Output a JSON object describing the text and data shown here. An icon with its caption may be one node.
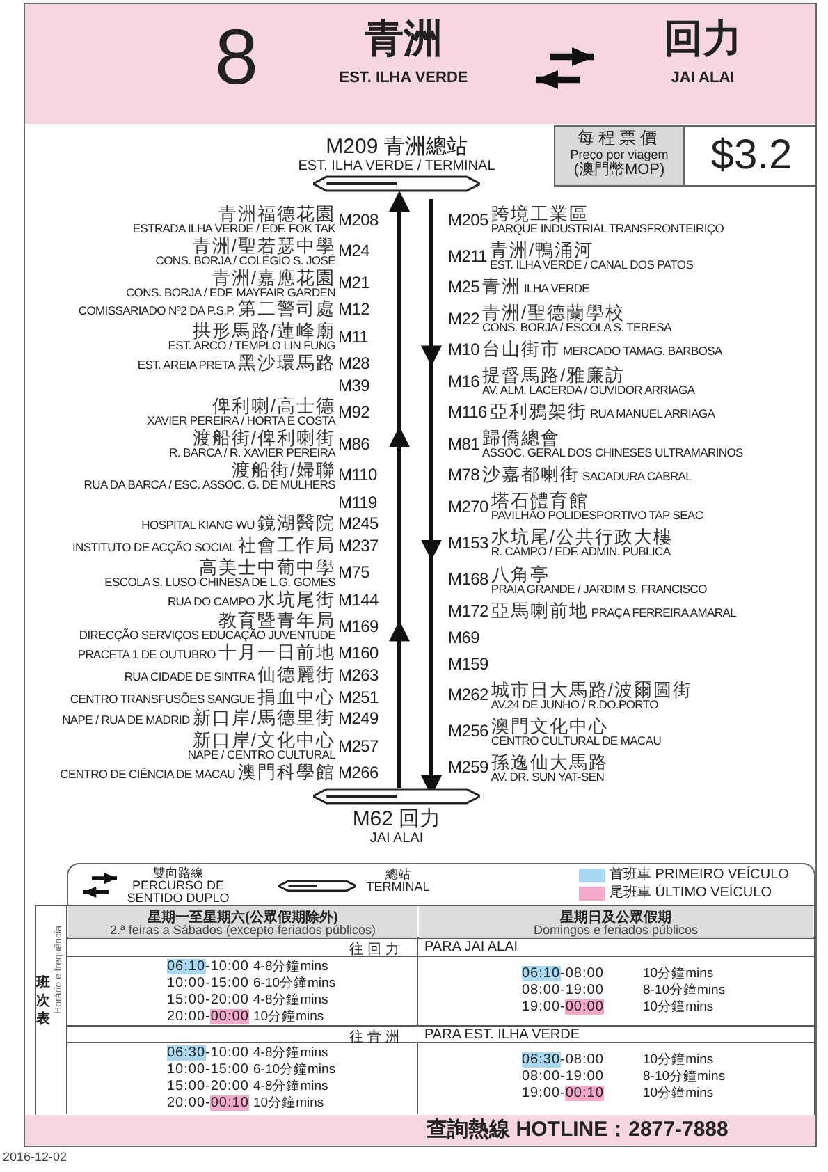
{
  "diagram": {
    "nodes": [
      {
        "text": [
          "M209 青洲總站",
          "EST. ILHA VERDE / TERMINAL"
        ]
      },
      {
        "text": [
          "M62 回力",
          "JAI ALAI"
        ]
      }
    ],
    "edges": [
      {
        "from": 1,
        "to": 0,
        "arrow": "to"
      },
      {
        "from": 0,
        "to": 1,
        "arrow": "to"
      }
    ],
    "labels": [
      "8",
      "青洲",
      "EST. ILHA VERDE",
      "回力",
      "JAI ALAI",
      "每程票價",
      "Preço por viagem",
      "(澳門幣MOP)",
      "$3.2",
      "青洲福德花園",
      "ESTRADA ILHA VERDE / EDF. FOK TAK",
      "M208",
      "青洲/聖若瑟中學",
      "CONS. BORJA / COLÉGIO S. JOSÉ",
      "M24",
      "青洲/嘉應花園",
      "CONS. BORJA / EDF. MAYFAIR GARDEN",
      "M21",
      "COMISSARIADO Nº2 DA P.S.P.",
      "第二警司處",
      "M12",
      "拱形馬路/蓮峰廟",
      "EST. ARCO / TEMPLO LIN FUNG",
      "M11",
      "EST. AREIA PRETA",
      "黑沙環馬路",
      "M28",
      "M39",
      "俾利喇/高士德",
      "XAVIER PEREIRA / HORTA E COSTA",
      "M92",
      "渡船街/俾利喇街",
      "R. BARCA / R. XAVIER PEREIRA",
      "M86",
      "渡船街/婦聯",
      "RUA DA BARCA / ESC. ASSOC. G. DE MULHERS",
      "M110",
      "M119",
      "HOSPITAL KIANG WU",
      "鏡湖醫院",
      "M245",
      "INSTITUTO DE ACÇÃO SOCIAL",
      "社會工作局",
      "M237",
      "高美士中葡中學",
      "ESCOLA S. LUSO-CHINESA DE L.G. GOMES",
      "M75",
      "RUA DO CAMPO",
      "水坑尾街",
      "M144",
      "教育暨青年局",
      "DIRECÇÃO SERVIÇOS EDUCAÇÃO JUVENTUDE",
      "M169",
      "PRACETA 1 DE OUTUBRO",
      "十月一日前地",
      "M160",
      "RUA CIDADE DE SINTRA",
      "仙德麗街",
      "M263",
      "CENTRO TRANSFUSÕES SANGUE",
      "捐血中心",
      "M251",
      "NAPE / RUA DE MADRID",
      "新口岸/馬德里街",
      "M249",
      "新口岸/文化中心",
      "NAPE / CENTRO CULTURAL",
      "M257",
      "CENTRO DE CIÊNCIA DE MACAU",
      "澳門科學館",
      "M266",
      "M205",
      "跨境工業區",
      "PARQUE INDUSTRIAL TRANSFRONTEIRIÇO",
      "M211",
      "青洲/鴨涌河",
      "EST. ILHA VERDE / CANAL DOS PATOS",
      "M25",
      "青洲",
      "ILHA VERDE",
      "M22",
      "青洲/聖德蘭學校",
      "CONS. BORJA / ESCOLA S. TERESA",
      "M10",
      "台山街市",
      "MERCADO TAMAG. BARBOSA",
      "M16",
      "提督馬路/雅廉訪",
      "AV. ALM. LACERDA / OUVIDOR ARRIAGA",
      "M116",
      "亞利鴉架街",
      "RUA MANUEL ARRIAGA",
      "M81",
      "歸僑總會",
      "ASSOC. GERAL DOS CHINESES ULTRAMARINOS",
      "M78",
      "沙嘉都喇街",
      "SACADURA CABRAL",
      "M270",
      "塔石體育館",
      "PAVILHÃO POLIDESPORTIVO TAP SEAC",
      "M153",
      "水坑尾/公共行政大樓",
      "R. CAMPO / EDF. ADMIN. PÚBLICA",
      "M168",
      "八角亭",
      "PRAIA GRANDE / JARDIM S. FRANCISCO",
      "M172",
      "亞馬喇前地",
      "PRAÇA FERREIRA AMARAL",
      "M69",
      "M159",
      "M262",
      "城市日大馬路/波爾圖街",
      "AV.24 DE JUNHO / R.DO.PORTO",
      "M256",
      "澳門文化中心",
      "CENTRO CULTURAL DE MACAU",
      "M259",
      "孫逸仙大馬路",
      "AV. DR. SUN YAT-SEN",
      "班次表",
      "Horário e frequência",
      "星期一至星期六(公眾假期除外)",
      "2.ª feiras a Sábados (excepto feriados públicos)",
      "星期日及公眾假期",
      "Domingos e feriados públicos",
      "往回力",
      "PARA JAI ALAI",
      "06:10-10:00",
      "4-8分鐘mins",
      "10:00-15:00",
      "6-10分鐘mins",
      "15:00-20:00",
      "4-8分鐘mins",
      "20:00-00:00",
      "10分鐘mins",
      "06:10-08:00",
      "10分鐘mins",
      "08:00-19:00",
      "8-10分鐘mins",
      "19:00-00:00",
      "10分鐘mins",
      "往青洲",
      "PARA EST. ILHA VERDE",
      "06:30-10:00",
      "4-8分鐘mins",
      "10:00-15:00",
      "6-10分鐘mins",
      "15:00-20:00",
      "4-8分鐘mins",
      "20:00-00:10",
      "10分鐘mins",
      "06:30-08:00",
      "10分鐘mins",
      "08:00-19:00",
      "8-10分鐘mins",
      "19:00-00:10",
      "10分鐘mins",
      "查詢熱線 HOTLINE：2877-7888",
      "2016-12-02"
    ],
    "legend": [
      {
        "text": "雙向路線 PERCURSO DE SENTIDO DUPLO"
      },
      {
        "text": "總站 TERMINAL"
      },
      {
        "text": "首班車 PRIMEIRO VEÍCULO",
        "color": "#a9d9f2"
      },
      {
        "text": "尾班車 ÚLTIMO VEÍCULO",
        "color": "#f2a8c9"
      }
    ]
  }
}
